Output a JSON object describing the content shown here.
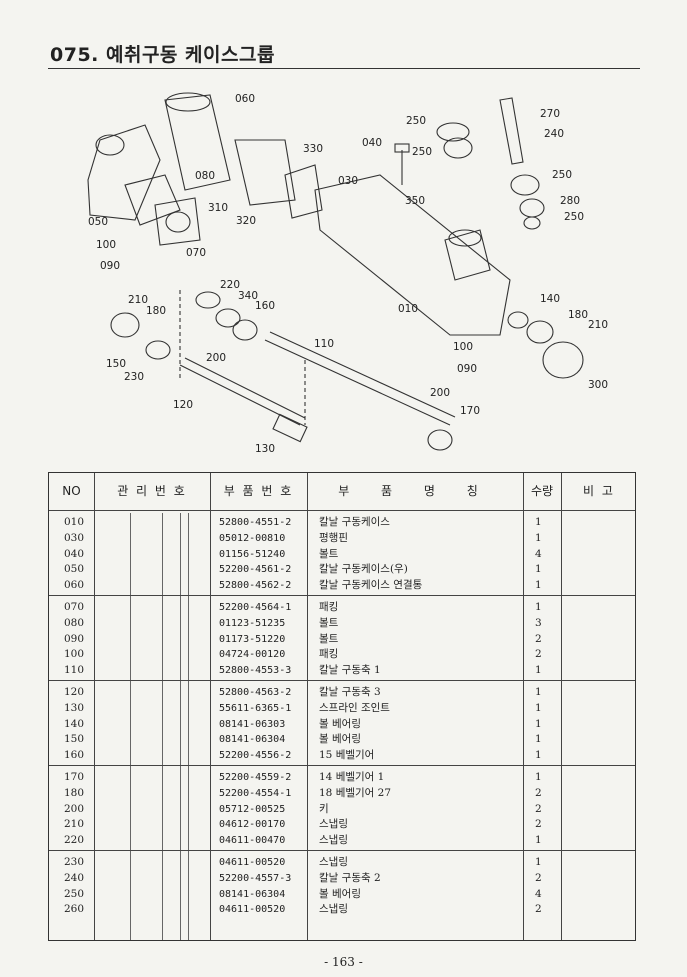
{
  "page": {
    "title": "075. 예취구동 케이스그룹",
    "page_number": "- 163 -"
  },
  "diagram": {
    "callouts": [
      "060",
      "330",
      "040",
      "250",
      "270",
      "240",
      "250",
      "030",
      "350",
      "250",
      "280",
      "250",
      "080",
      "310",
      "320",
      "050",
      "070",
      "100",
      "090",
      "010",
      "220",
      "340",
      "160",
      "210",
      "180",
      "110",
      "140",
      "180",
      "210",
      "150",
      "200",
      "100",
      "230",
      "090",
      "300",
      "200",
      "170",
      "120",
      "130"
    ]
  },
  "table": {
    "headers": {
      "no": "NO",
      "mgmt": "관 리 번 호",
      "part": "부 품 번 호",
      "name": "부 품 명 칭",
      "qty": "수량",
      "remark": "비 고"
    },
    "groups": [
      [
        {
          "no": "010",
          "part": "52800-4551-2",
          "name": "칼날 구동케이스",
          "qty": "1"
        },
        {
          "no": "030",
          "part": "05012-00810",
          "name": "평행핀",
          "qty": "1"
        },
        {
          "no": "040",
          "part": "01156-51240",
          "name": "볼트",
          "qty": "4"
        },
        {
          "no": "050",
          "part": "52200-4561-2",
          "name": "칼날 구동케이스(우)",
          "qty": "1"
        },
        {
          "no": "060",
          "part": "52800-4562-2",
          "name": "칼날 구동케이스 연결통",
          "qty": "1"
        }
      ],
      [
        {
          "no": "070",
          "part": "52200-4564-1",
          "name": "패킹",
          "qty": "1"
        },
        {
          "no": "080",
          "part": "01123-51235",
          "name": "볼트",
          "qty": "3"
        },
        {
          "no": "090",
          "part": "01173-51220",
          "name": "볼트",
          "qty": "2"
        },
        {
          "no": "100",
          "part": "04724-00120",
          "name": "패킹",
          "qty": "2"
        },
        {
          "no": "110",
          "part": "52800-4553-3",
          "name": "칼날 구동축 1",
          "qty": "1"
        }
      ],
      [
        {
          "no": "120",
          "part": "52800-4563-2",
          "name": "칼날 구동축 3",
          "qty": "1"
        },
        {
          "no": "130",
          "part": "55611-6365-1",
          "name": "스프라인 조인트",
          "qty": "1"
        },
        {
          "no": "140",
          "part": "08141-06303",
          "name": "볼 베어링",
          "qty": "1"
        },
        {
          "no": "150",
          "part": "08141-06304",
          "name": "볼 베어링",
          "qty": "1"
        },
        {
          "no": "160",
          "part": "52200-4556-2",
          "name": "15 베벨기어",
          "qty": "1"
        }
      ],
      [
        {
          "no": "170",
          "part": "52200-4559-2",
          "name": "14 베벨기어 1",
          "qty": "1"
        },
        {
          "no": "180",
          "part": "52200-4554-1",
          "name": "18 베벨기어 27",
          "qty": "2"
        },
        {
          "no": "200",
          "part": "05712-00525",
          "name": "키",
          "qty": "2"
        },
        {
          "no": "210",
          "part": "04612-00170",
          "name": "스냅링",
          "qty": "2"
        },
        {
          "no": "220",
          "part": "04611-00470",
          "name": "스냅링",
          "qty": "1"
        }
      ],
      [
        {
          "no": "230",
          "part": "04611-00520",
          "name": "스냅링",
          "qty": "1"
        },
        {
          "no": "240",
          "part": "52200-4557-3",
          "name": "칼날 구동축 2",
          "qty": "2"
        },
        {
          "no": "250",
          "part": "08141-06304",
          "name": "볼 베어링",
          "qty": "4"
        },
        {
          "no": "260",
          "part": "04611-00520",
          "name": "스냅링",
          "qty": "2"
        }
      ]
    ]
  }
}
